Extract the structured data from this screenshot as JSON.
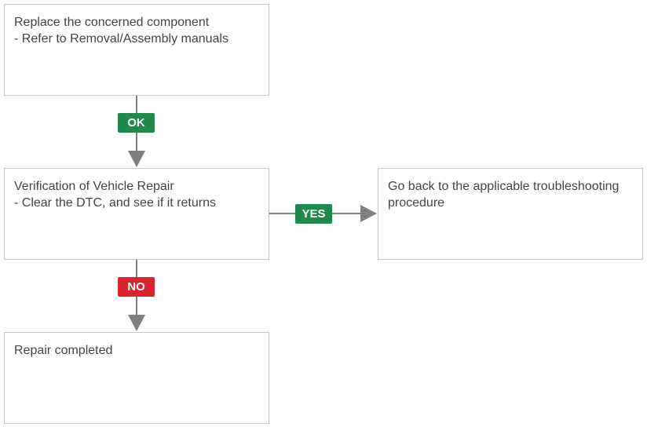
{
  "steps": {
    "replace": {
      "line1": "Replace the concerned component",
      "line2": "- Refer to Removal/Assembly manuals"
    },
    "verify": {
      "line1": "Verification of Vehicle Repair",
      "line2": "- Clear the DTC, and see if it returns"
    },
    "goback": {
      "text": "Go back to the applicable troubleshooting procedure"
    },
    "done": {
      "line1": "Repair completed"
    }
  },
  "badges": {
    "ok": "OK",
    "yes": "YES",
    "no": "NO"
  },
  "colors": {
    "connector": "#7f7f7f",
    "ok": "#1f8a4c",
    "yes": "#1f8a4c",
    "no": "#d9232e",
    "box_border": "#c8c8c8",
    "text": "#444444"
  }
}
